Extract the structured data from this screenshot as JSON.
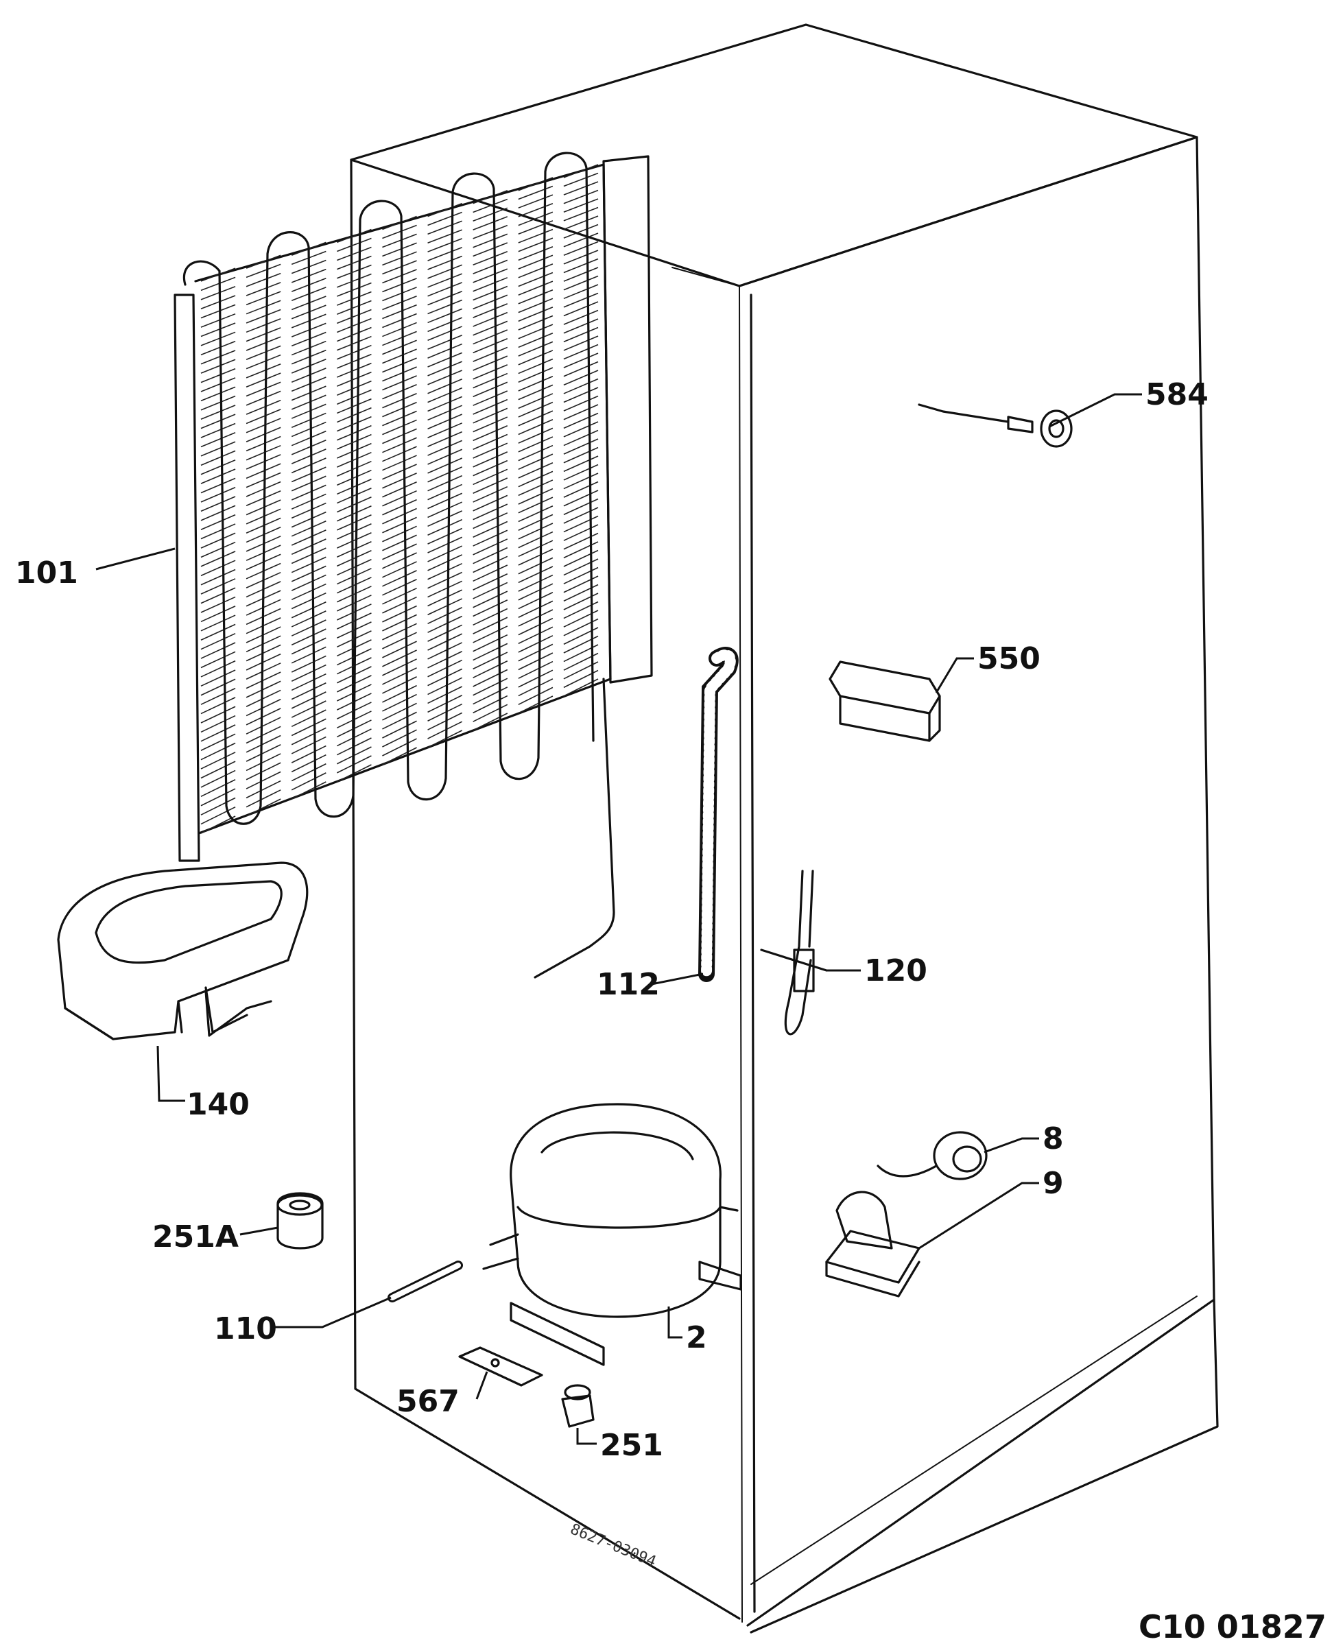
{
  "parts": [
    {
      "id": "part-101",
      "label": "101"
    },
    {
      "id": "part-584",
      "label": "584"
    },
    {
      "id": "part-550",
      "label": "550"
    },
    {
      "id": "part-112",
      "label": "112"
    },
    {
      "id": "part-120",
      "label": "120"
    },
    {
      "id": "part-140",
      "label": "140"
    },
    {
      "id": "part-8",
      "label": "8"
    },
    {
      "id": "part-9",
      "label": "9"
    },
    {
      "id": "part-251a",
      "label": "251A"
    },
    {
      "id": "part-110",
      "label": "110"
    },
    {
      "id": "part-2",
      "label": "2"
    },
    {
      "id": "part-567",
      "label": "567"
    },
    {
      "id": "part-251",
      "label": "251"
    }
  ],
  "drawing_code": "8627-03094",
  "reference_code": "C10 01827"
}
